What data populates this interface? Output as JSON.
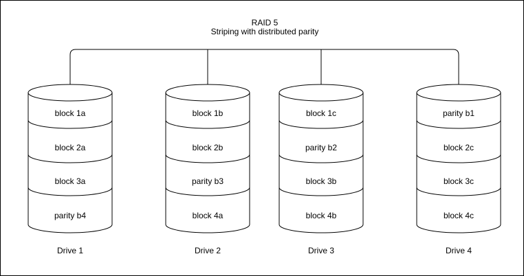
{
  "title": {
    "line1": "RAID 5",
    "line2": "Striping with distributed parity"
  },
  "drives": [
    {
      "label": "Drive 1",
      "segments": [
        "block 1a",
        "block 2a",
        "block 3a",
        "parity b4"
      ]
    },
    {
      "label": "Drive 2",
      "segments": [
        "block 1b",
        "block 2b",
        "parity b3",
        "block 4a"
      ]
    },
    {
      "label": "Drive 3",
      "segments": [
        "block 1c",
        "parity b2",
        "block 3b",
        "block 4b"
      ]
    },
    {
      "label": "Drive 4",
      "segments": [
        "parity b1",
        "block 2c",
        "block 3c",
        "block 4c"
      ]
    }
  ],
  "colors": {
    "line": "#000000",
    "text": "#000000",
    "background": "#ffffff"
  }
}
